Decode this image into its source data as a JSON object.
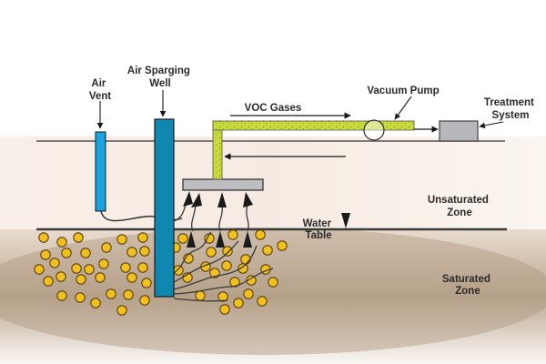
{
  "diagram": {
    "title": "Air Sparging with Soil Vapor Extraction",
    "labels": {
      "air_vent": [
        "Air",
        "Vent"
      ],
      "air_sparging_well": [
        "Air Sparging",
        "Well"
      ],
      "voc_gases": "VOC Gases",
      "vacuum_pump": "Vacuum Pump",
      "treatment_system": [
        "Treatment",
        "System"
      ],
      "unsaturated_zone": [
        "Unsaturated",
        "Zone"
      ],
      "water_table": [
        "Water",
        "Table"
      ],
      "saturated_zone": [
        "Saturated",
        "Zone"
      ]
    },
    "colors": {
      "air_vent": "#1aa3e0",
      "sparging_well": "#0f87b0",
      "pipe": "#c8d83a",
      "contaminant": "#f2c01e",
      "treatment_box": "#b8b8bc",
      "manifold": "#bdbdc2",
      "soil_light": "#f6ece4",
      "soil_dark": "#b49e86",
      "line": "#3a3a3a"
    },
    "flows": [
      {
        "from": "soil",
        "to": "manifold",
        "direction": "up"
      },
      {
        "from": "manifold",
        "to": "vacuum_pump",
        "direction": "right"
      },
      {
        "from": "vacuum_pump",
        "to": "treatment_system",
        "direction": "right"
      }
    ]
  }
}
